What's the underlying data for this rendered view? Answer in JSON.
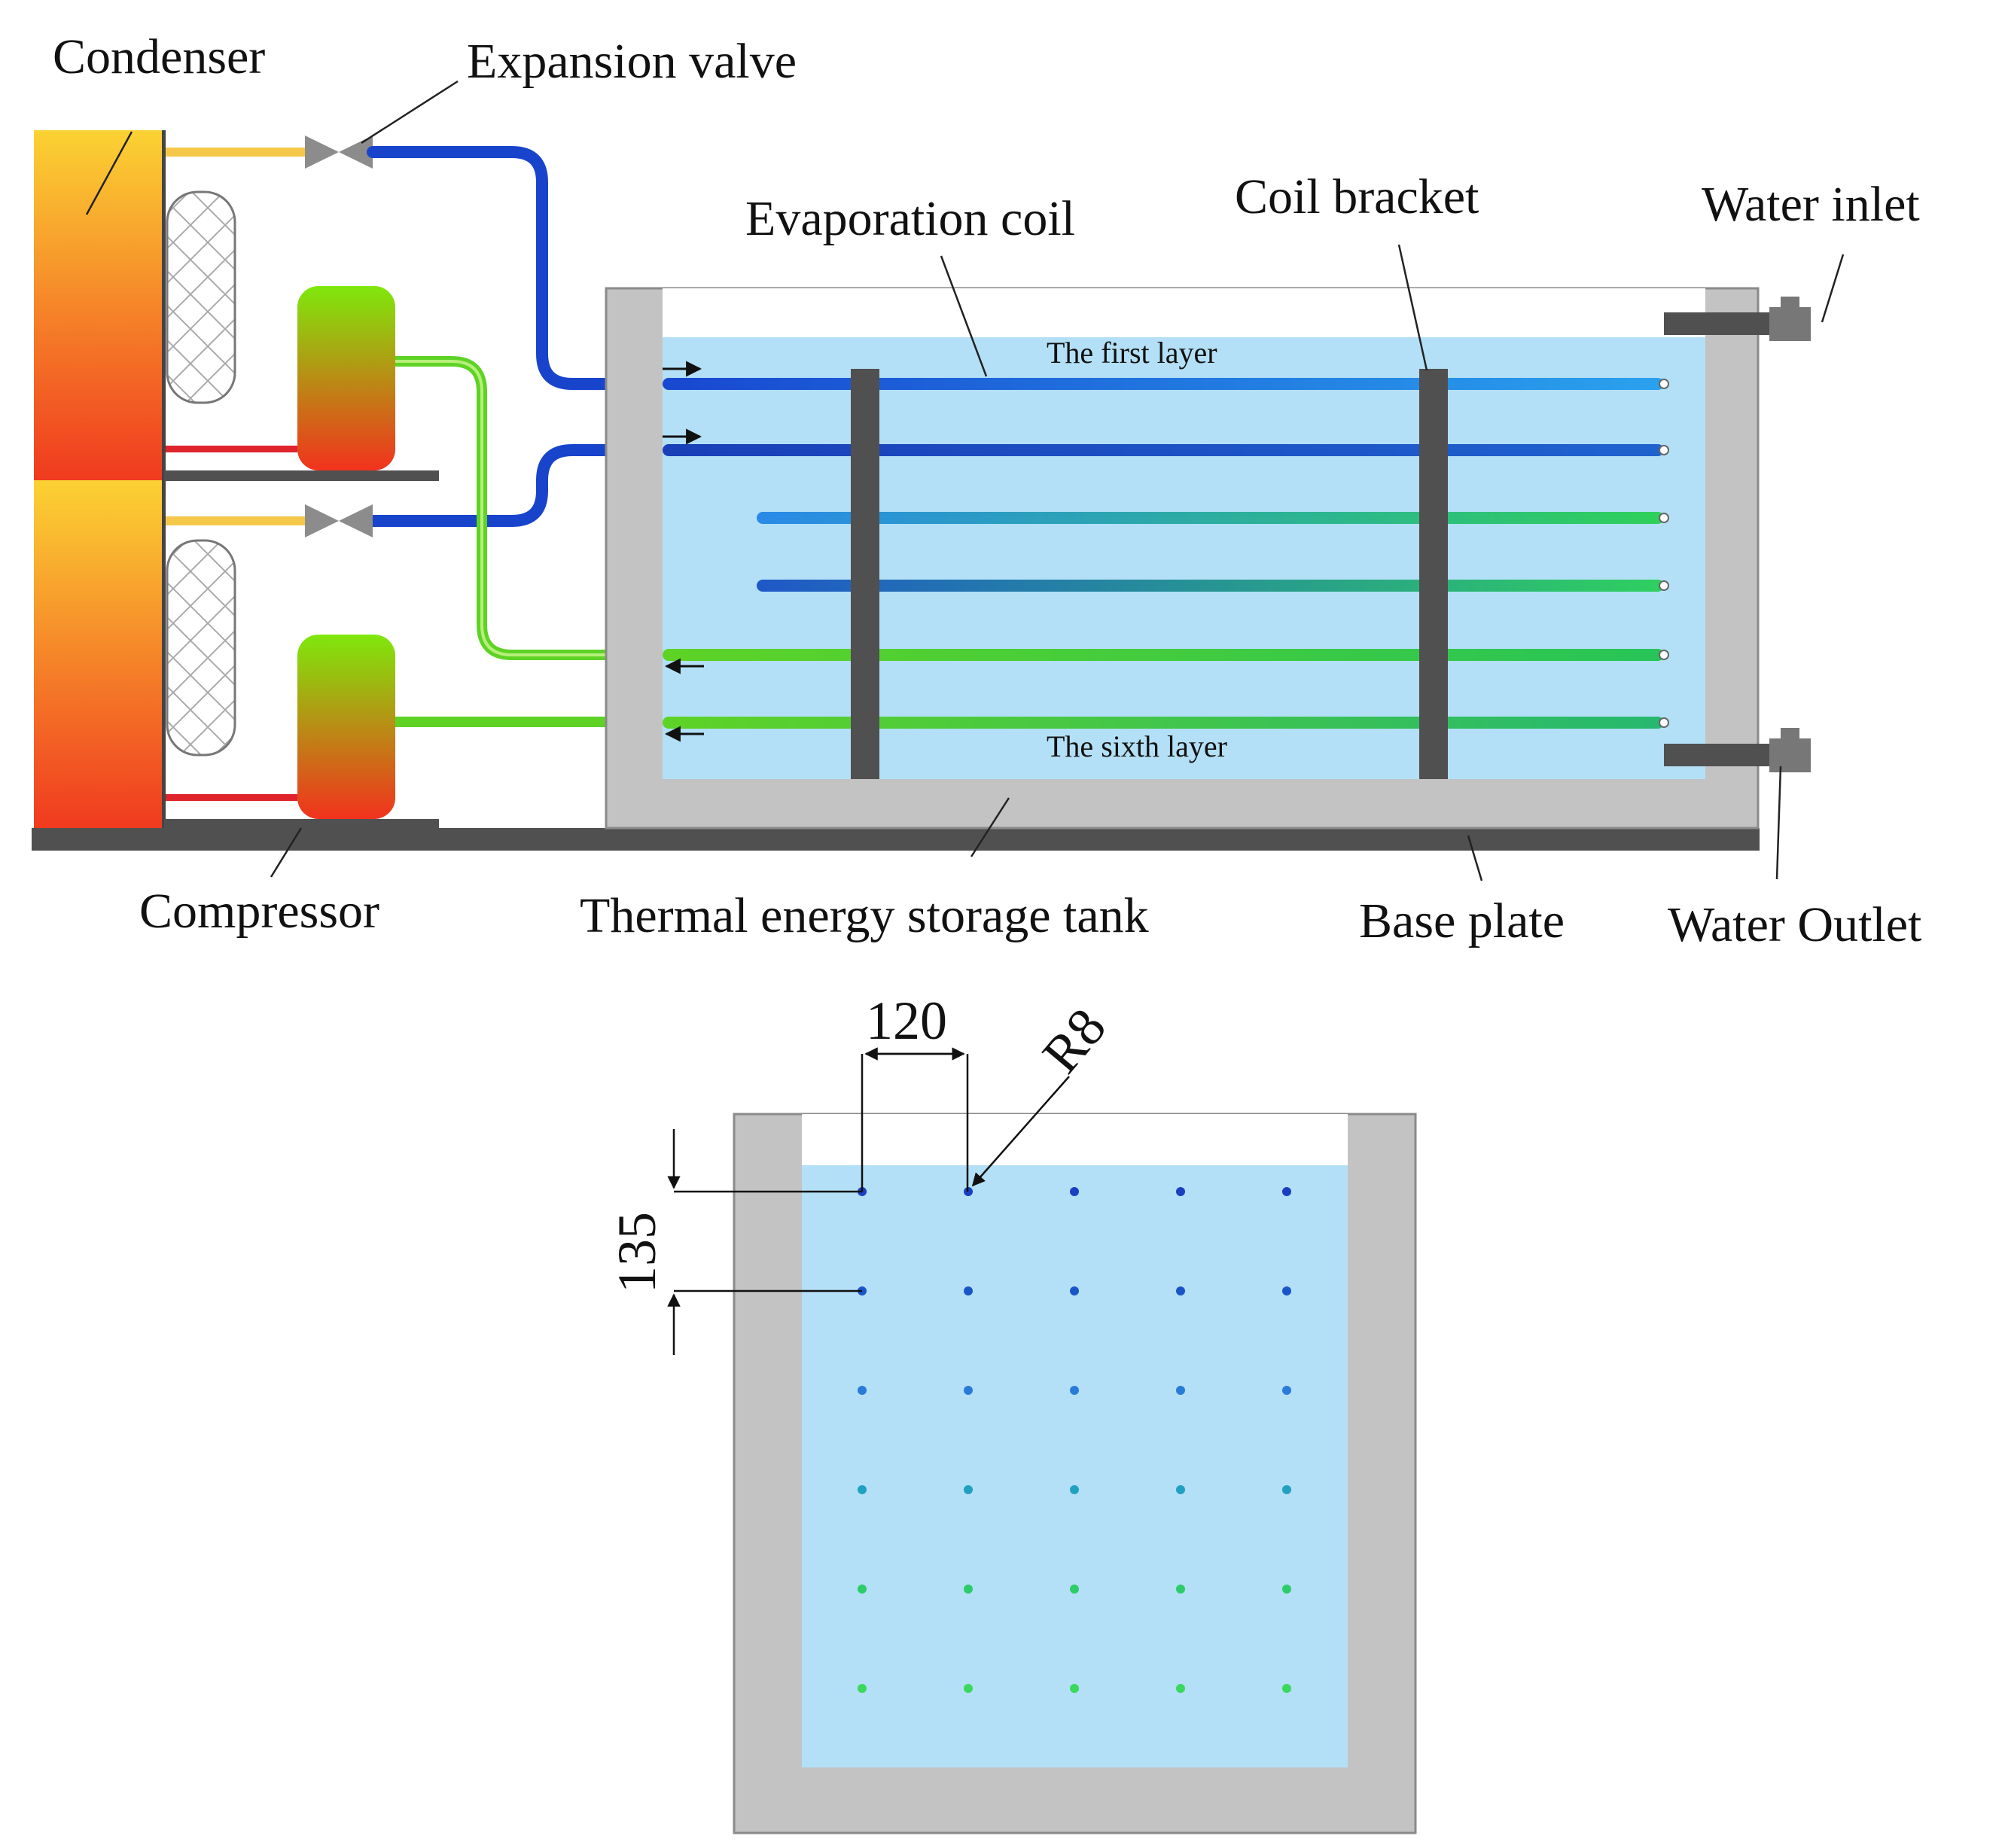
{
  "labels": {
    "condenser": "Condenser",
    "expansion_valve": "Expansion valve",
    "evaporation_coil": "Evaporation coil",
    "coil_bracket": "Coil bracket",
    "water_inlet": "Water inlet",
    "first_layer": "The first layer",
    "sixth_layer": "The sixth layer",
    "compressor": "Compressor",
    "tank": "Thermal energy storage tank",
    "base_plate": "Base plate",
    "water_outlet": "Water Outlet"
  },
  "cross_section": {
    "horizontal_spacing": "120",
    "vertical_spacing": "135",
    "radius": "R8"
  },
  "colors": {
    "condenser_top": "#fbd233",
    "condenser_bottom": "#f03a1f",
    "compressor_top": "#7fe80c",
    "compressor_bottom": "#f2321d",
    "pipe_blue": "#1844cc",
    "pipe_green": "#5ed326",
    "pipe_yellow": "#f6c84a",
    "pipe_red": "#e0242c",
    "water": "#b3e0f6",
    "tank_wall": "#c3c3c3",
    "bracket": "#505050"
  }
}
